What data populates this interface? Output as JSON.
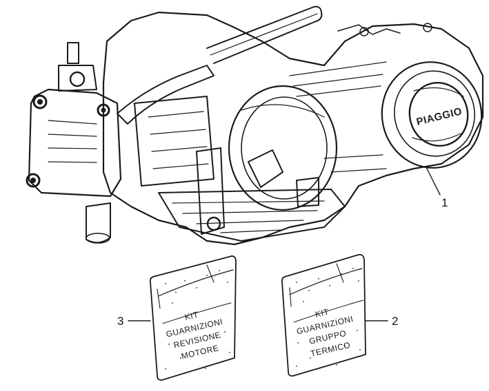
{
  "colors": {
    "ink": "#1a1a1a",
    "paper": "#ffffff"
  },
  "engine": {
    "brand": "PIAGGIO",
    "callout": "1"
  },
  "kits": [
    {
      "callout": "2",
      "lines": [
        "KIT",
        "GUARNIZIONI",
        "GRUPPO",
        "TERMICO"
      ]
    },
    {
      "callout": "3",
      "lines": [
        "KIT",
        "GUARNIZIONI",
        "REVISIONE",
        "MOTORE"
      ]
    }
  ]
}
